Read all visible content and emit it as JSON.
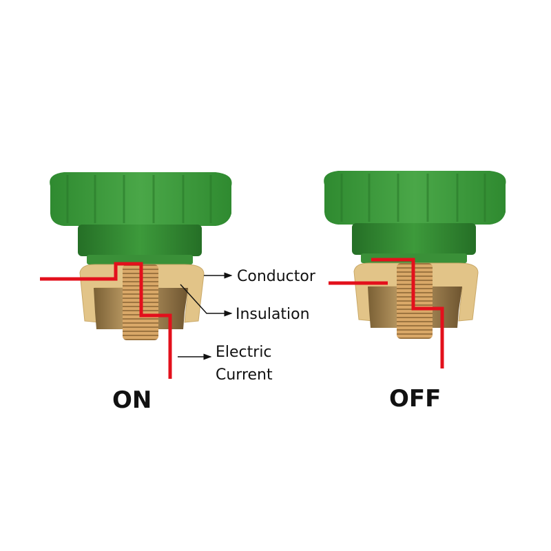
{
  "labels": {
    "conductor": "Conductor",
    "insulation": "Insulation",
    "electric_line1": "Electric",
    "electric_line2": "Current"
  },
  "states": {
    "on": "ON",
    "off": "OFF"
  },
  "colors": {
    "knob": "#3f9a3c",
    "knob_dark": "#2d7f2c",
    "conductor": "#e2c488",
    "brass": "#a88a55",
    "current": "#e3101c"
  }
}
